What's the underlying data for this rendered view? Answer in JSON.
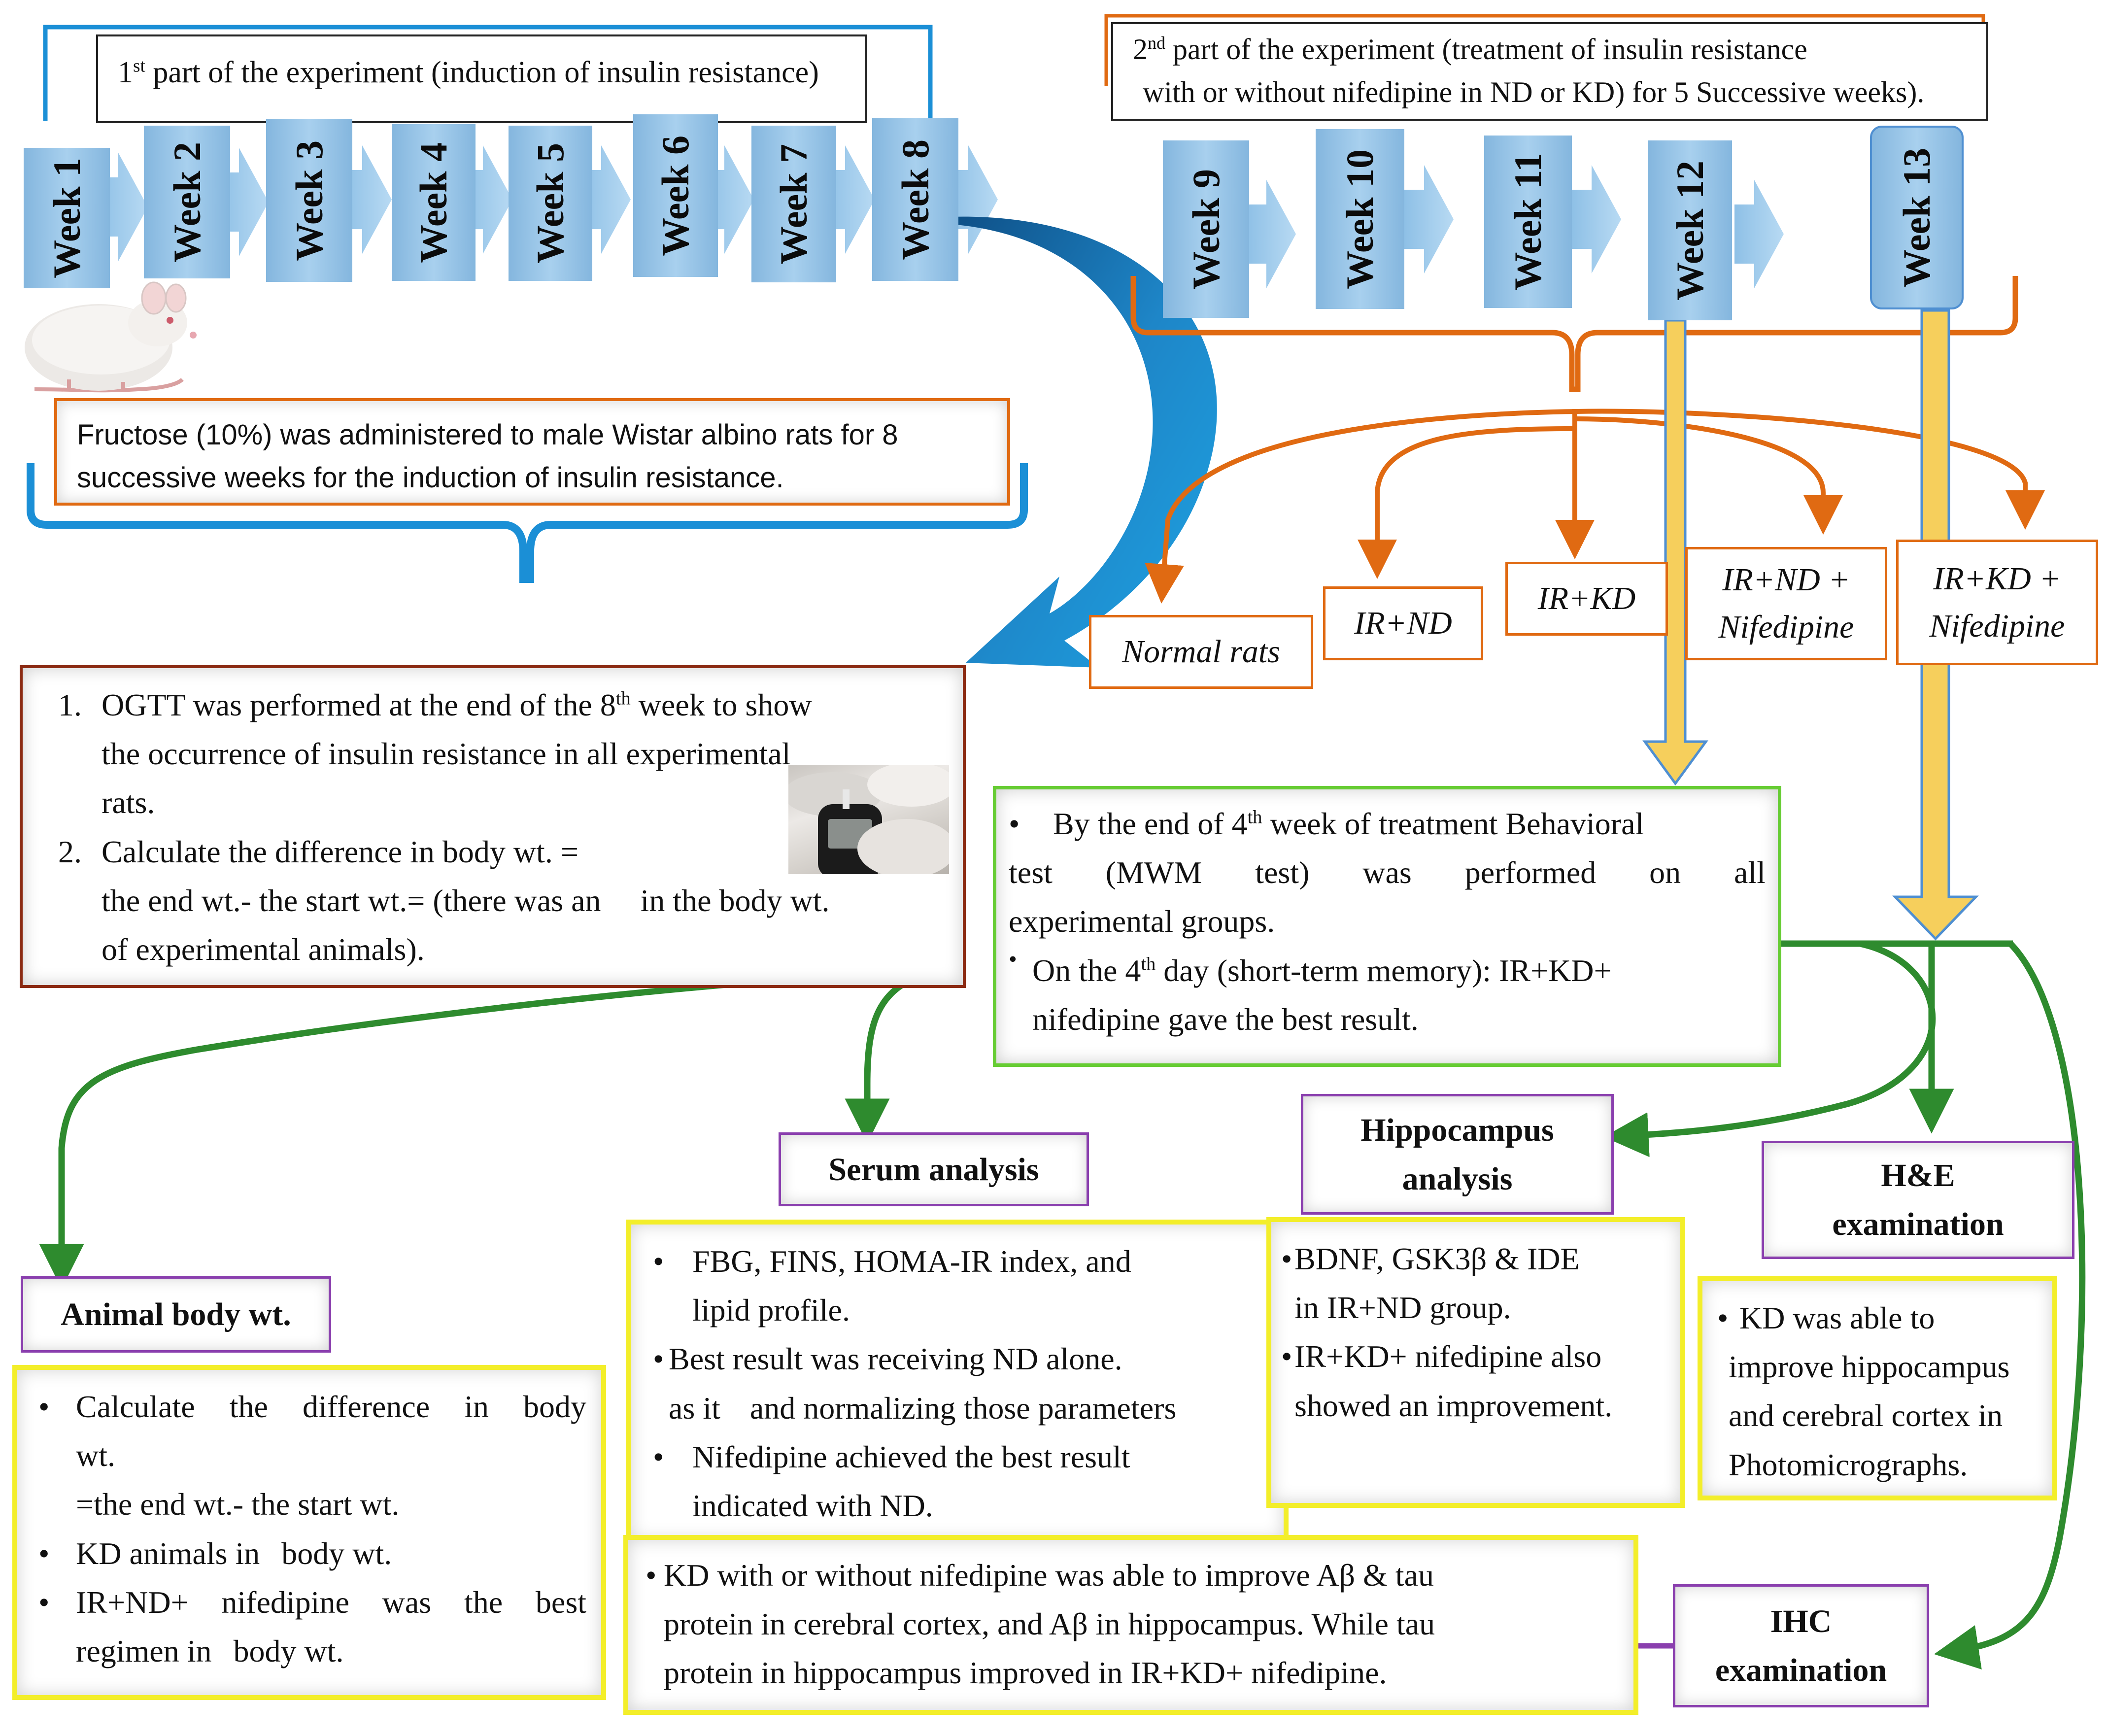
{
  "part1": {
    "title_pre": "1",
    "title_sup": "st",
    "title_post": " part of the experiment (induction of insulin resistance)",
    "weeks": [
      "Week 1",
      "Week 2",
      "Week 3",
      "Week 4",
      "Week 5",
      "Week 6",
      "Week 7",
      "Week 8"
    ],
    "fructose_line1": "Fructose (10%) was administered to male Wistar albino rats for 8",
    "fructose_line2": "successive weeks for the induction of insulin resistance."
  },
  "part2": {
    "title_l1_pre": "2",
    "title_l1_sup": "nd",
    "title_l1_post": " part of the experiment (treatment of insulin resistance",
    "title_l2": "with or without nifedipine in ND or KD) for 5 Successive weeks).",
    "weeks": [
      "Week 9",
      "Week 10",
      "Week 11",
      "Week 12",
      "Week 13"
    ],
    "groups": {
      "normal": "Normal rats",
      "ir_nd": "IR+ND",
      "ir_kd": "IR+KD",
      "ir_nd_nif_l1": "IR+ND +",
      "ir_nd_nif_l2": "Nifedipine",
      "ir_kd_nif_l1": "IR+KD +",
      "ir_kd_nif_l2": "Nifedipine"
    }
  },
  "ogtt": {
    "n1": "1.",
    "l1_pre": "OGTT was performed at the end of the 8",
    "l1_sup": "th",
    "l1_post": " week to show",
    "l2": "the occurrence of insulin resistance in all experimental",
    "l3": "rats.",
    "n2": "2.",
    "l4": "Calculate the difference in body wt. =",
    "l5_pre": "the end wt.- the start wt.= (there was an",
    "l5_post": "in the body wt.",
    "l6": "of experimental animals)."
  },
  "behavior": {
    "l1_pre": "By the end of 4",
    "l1_sup": "th",
    "l1_post": " week of treatment Behavioral",
    "l2": "test (MWM test) was performed on all",
    "l3": "experimental groups.",
    "l4_pre": "On the 4",
    "l4_sup": "th",
    "l4_post": " day (short-term memory): IR+KD+",
    "l5": "nifedipine gave the best result."
  },
  "headings": {
    "animal_body": "Animal body wt.",
    "serum": "Serum analysis",
    "hippocampus_l1": "Hippocampus",
    "hippocampus_l2": "analysis",
    "he_l1": "H&E",
    "he_l2": "examination",
    "ihc_l1": "IHC",
    "ihc_l2": "examination"
  },
  "animal_body_box": {
    "b1_l1": "Calculate the difference in body",
    "b1_l2": "wt.",
    "b1_l3": "=the end wt.- the start wt.",
    "b2_pre": "KD animals in",
    "b2_post": "body wt.",
    "b3_l1": "IR+ND+ nifedipine was the best",
    "b3_l2_pre": "regimen in",
    "b3_l2_post": "body wt."
  },
  "serum_box": {
    "b1_l1": "FBG, FINS, HOMA-IR index, and",
    "b1_l2": "lipid profile.",
    "b2_l1": "Best result was receiving ND alone.",
    "b2_l2_pre": "as it",
    "b2_l2_post": "and normalizing those parameters",
    "b3_l1": "Nifedipine achieved the best result",
    "b3_l2": "indicated with ND."
  },
  "hippo_box": {
    "b1_l1": "BDNF, GSK3β & IDE",
    "b1_l2": "in IR+ND group.",
    "b2_l1": "IR+KD+ nifedipine also",
    "b2_l2": "showed an improvement."
  },
  "he_box": {
    "l1": "KD was able to",
    "l2": "improve hippocampus",
    "l3": "and cerebral cortex in",
    "l4": "Photomicrographs."
  },
  "ihc_box": {
    "l1": "KD with or without nifedipine was able to improve Aβ & tau",
    "l2": "protein in cerebral cortex, and Aβ in hippocampus. While tau",
    "l3": "protein in hippocampus improved in IR+KD+ nifedipine."
  },
  "colors": {
    "week_fill": "#9cc7e8",
    "blue_bracket": "#1b8fd6",
    "orange": "#e06a12",
    "green": "#2e8b2e",
    "yellow_box": "#f3ee2a",
    "yellow_arrow": "#f6cf5c",
    "purple": "#8a3fae",
    "brown_border": "#8b2a12"
  }
}
